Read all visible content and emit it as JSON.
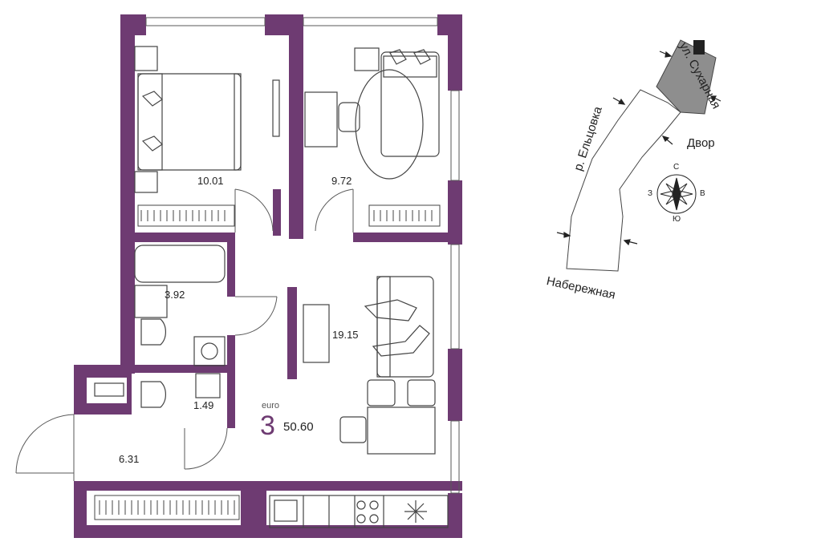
{
  "colors": {
    "wall": "#6e3b72",
    "line": "#5a5a5a",
    "building": "#8e8e8e",
    "accent_text": "#6e3b72"
  },
  "plan": {
    "rooms_count": "3",
    "type_label": "euro",
    "total_area": "50.60",
    "room_areas": {
      "bedroom": "10.01",
      "study": "9.72",
      "living": "19.15",
      "bathroom": "3.92",
      "wc": "1.49",
      "hall": "6.31"
    }
  },
  "site": {
    "street_top": "ул. Сухарная",
    "river": "р. Ельцовка",
    "courtyard": "Двор",
    "embankment": "Набережная",
    "compass": {
      "north": "С",
      "south": "Ю",
      "west": "З",
      "east": "В"
    }
  },
  "icons": [
    "sink-icon",
    "stove-icon",
    "fridge-icon",
    "bathtub-icon",
    "toilet-icon",
    "washer-icon",
    "radiator-icon",
    "compass-icon",
    "entrance-arrow-icon"
  ]
}
